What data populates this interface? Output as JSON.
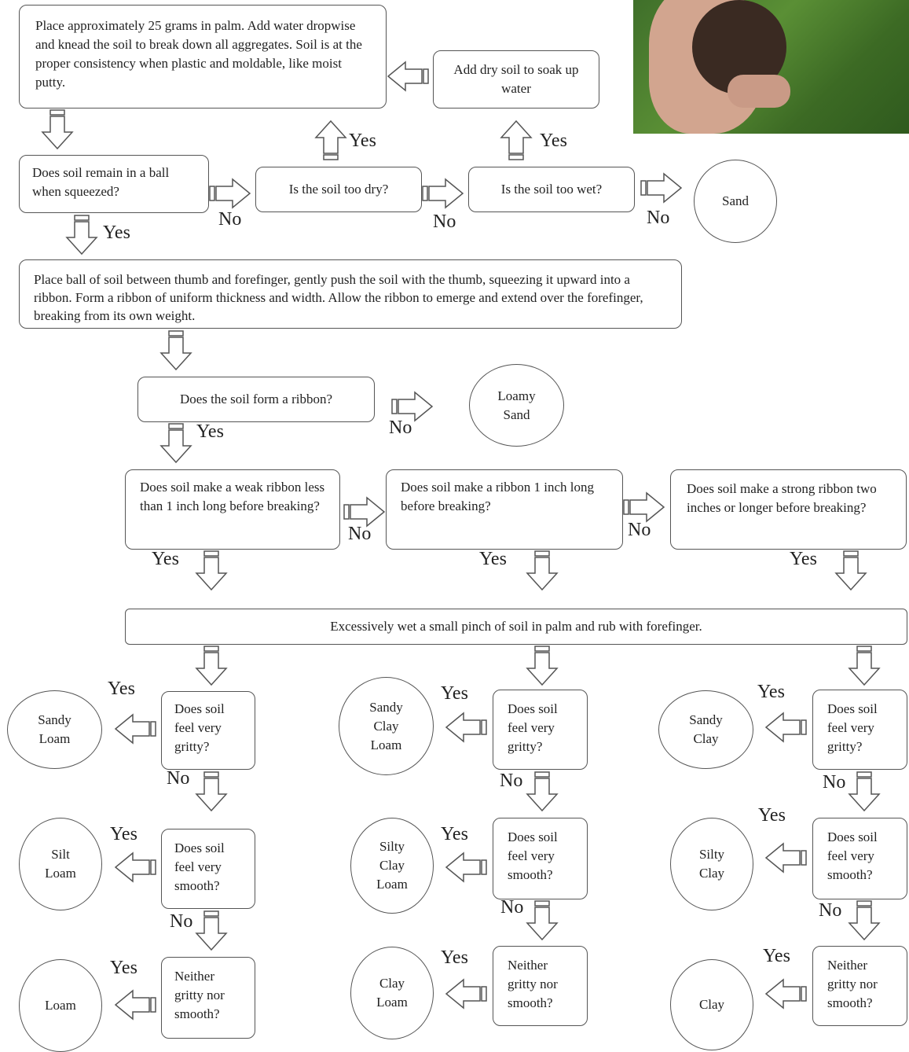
{
  "photo": {
    "icon": "hand-holding-soil-ball-photo"
  },
  "steps": {
    "knead": "Place approximately 25 grams in palm.  Add water dropwise and knead the soil to break down all aggregates.  Soil is at the proper consistency when plastic and moldable, like moist putty.",
    "add_dry_soil": "Add dry soil to soak up water",
    "ball_question": "Does soil remain in a ball when squeezed?",
    "too_dry": "Is the soil too dry?",
    "too_wet": "Is the soil too wet?",
    "ribbon_instructions": "Place ball of soil between thumb and forefinger, gently push the soil with the thumb, squeezing it upward into a ribbon.  Form a ribbon of uniform thickness and width. Allow the ribbon to emerge and extend over the forefinger, breaking from its own weight.",
    "form_ribbon": "Does the soil form a ribbon?",
    "weak_ribbon": "Does soil make a weak ribbon less than 1 inch long before breaking?",
    "ribbon_1inch": "Does soil make a ribbon 1 inch long before breaking?",
    "strong_ribbon": "Does soil make a strong ribbon two inches or longer before breaking?",
    "wet_pinch": "Excessively wet a small pinch of soil in palm and rub with forefinger.",
    "gritty": "Does soil feel very gritty?",
    "smooth": "Does soil feel very smooth?",
    "neither": "Neither gritty nor smooth?"
  },
  "results": {
    "sand": "Sand",
    "loamy_sand": "Loamy\nSand",
    "sandy_loam": "Sandy\nLoam",
    "silt_loam": "Silt\nLoam",
    "loam": "Loam",
    "sandy_clay_loam": "Sandy\nClay\nLoam",
    "silty_clay_loam": "Silty\nClay\nLoam",
    "clay_loam": "Clay\nLoam",
    "sandy_clay": "Sandy\nClay",
    "silty_clay": "Silty\nClay",
    "clay": "Clay"
  },
  "labels": {
    "yes": "Yes",
    "no": "No"
  }
}
